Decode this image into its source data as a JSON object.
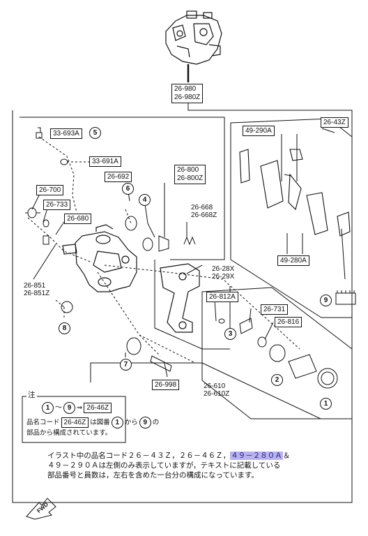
{
  "assembly_labels": [
    "26-980",
    "26-980Z"
  ],
  "part_labels": {
    "p33_693a": "33-693A",
    "p33_691a": "33-691A",
    "p26_692": "26-692",
    "p26_700": "26-700",
    "p26_733": "26-733",
    "p26_680": "26-680",
    "p26_851": [
      "26-851",
      "26-851Z"
    ],
    "p26_800": [
      "26-800",
      "26-800Z"
    ],
    "p26_668": [
      "26-668",
      "26-668Z"
    ],
    "p26_28x": [
      "26-28X",
      "26-29X"
    ],
    "p26_812a": "26-812A",
    "p26_731": "26-731",
    "p26_816": "26-816",
    "p26_998": "26-998",
    "p26_610": [
      "26-610",
      "26-610Z"
    ],
    "p49_290a": "49-290A",
    "p49_280a": "49-280A",
    "p26_43z": "26-43Z"
  },
  "callout_numbers": {
    "n1": "1",
    "n2": "2",
    "n3": "3",
    "n4": "4",
    "n5": "5",
    "n6": "6",
    "n7": "7",
    "n8": "8",
    "n9": "9"
  },
  "note": {
    "title": "注",
    "range_start": "1",
    "range_arrow": "～",
    "range_end": "9",
    "range_pointer": "⇒",
    "range_code": "26-46Z",
    "line2_prefix": "品名コード",
    "line2_code": "26-46Z",
    "line2_mid": "は図番",
    "line2_from": "から",
    "line2_suffix": "の",
    "line3": "部品から構成されています。"
  },
  "caption": {
    "line1_before": "イラスト中の品名コード２６－４３Ｚ，２６－４６Ｚ，",
    "line1_highlight": "４９－２８０Ａ",
    "line1_after": "＆",
    "line2": "４９－２９０Ａは左側のみ表示していますが，テキストに記載している",
    "line3": "部品番号と員数は，左右を含めた一台分の構成になっています。"
  },
  "fwd_label": "FWD"
}
